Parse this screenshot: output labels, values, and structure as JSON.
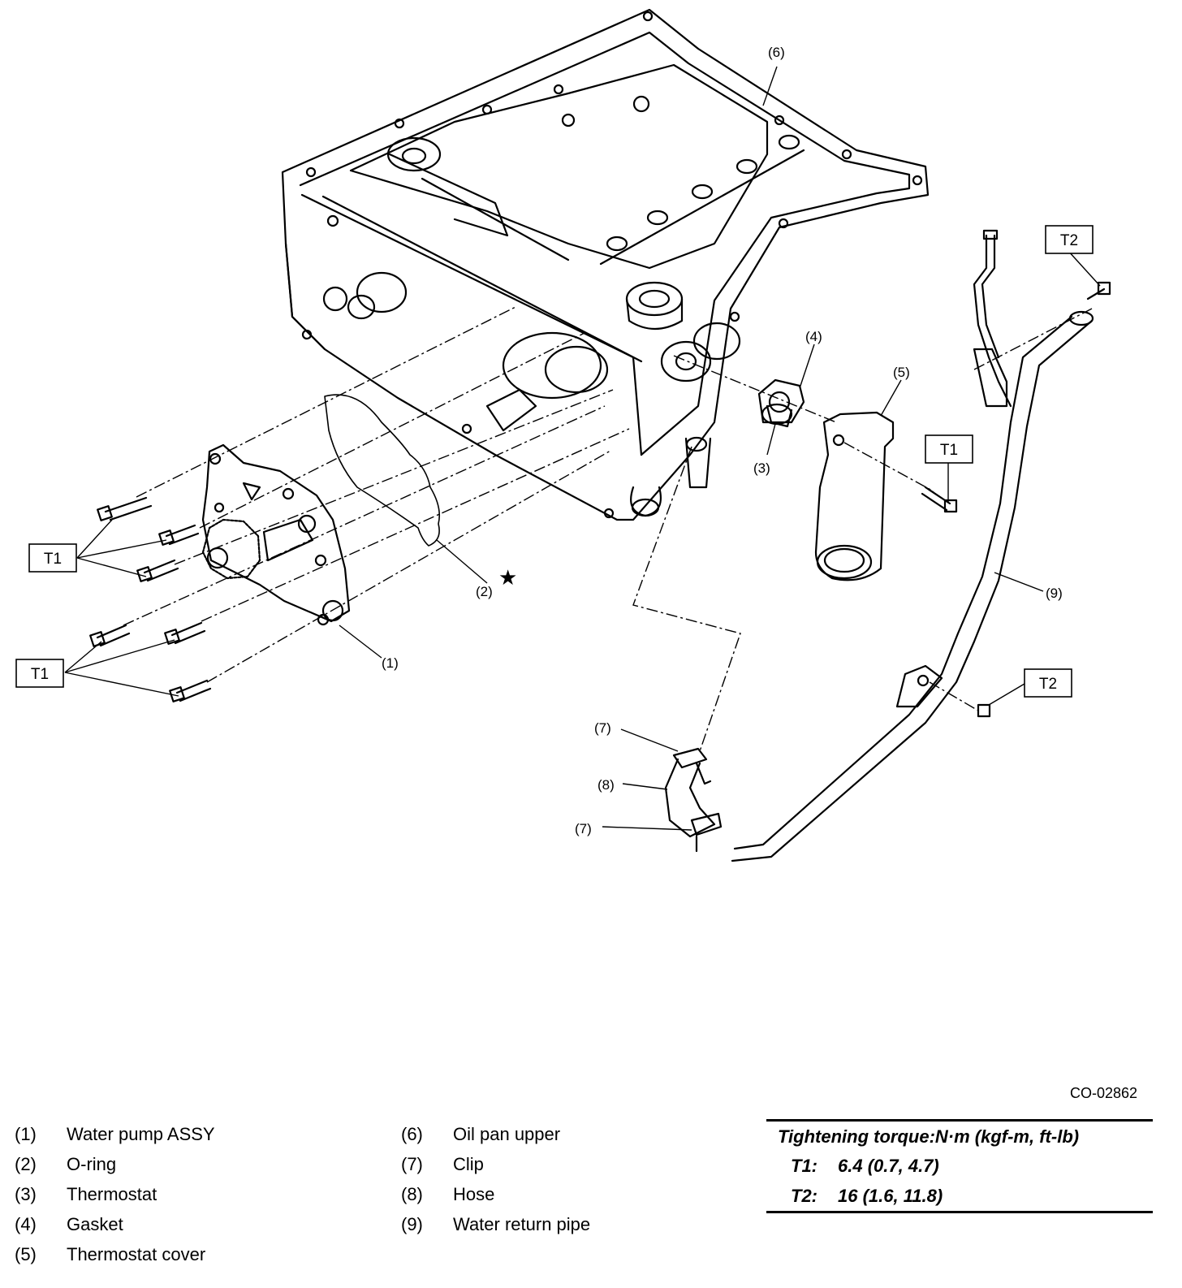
{
  "callouts": {
    "c1": "(1)",
    "c2": "(2)",
    "c3": "(3)",
    "c4": "(4)",
    "c5": "(5)",
    "c6": "(6)",
    "c7a": "(7)",
    "c7b": "(7)",
    "c8": "(8)",
    "c9": "(9)",
    "star": "★"
  },
  "torque_boxes": {
    "t1_left_upper": "T1",
    "t1_left_lower": "T1",
    "t1_right": "T1",
    "t2_top": "T2",
    "t2_bottom": "T2"
  },
  "figure_code": "CO-02862",
  "legend": [
    {
      "num": "(1)",
      "name": "Water pump ASSY"
    },
    {
      "num": "(2)",
      "name": "O-ring"
    },
    {
      "num": "(3)",
      "name": "Thermostat"
    },
    {
      "num": "(4)",
      "name": "Gasket"
    },
    {
      "num": "(5)",
      "name": "Thermostat cover"
    },
    {
      "num": "(6)",
      "name": "Oil pan upper"
    },
    {
      "num": "(7)",
      "name": "Clip"
    },
    {
      "num": "(8)",
      "name": "Hose"
    },
    {
      "num": "(9)",
      "name": "Water return pipe"
    }
  ],
  "torque": {
    "title": "Tightening torque:N·m (kgf-m, ft-lb)",
    "rows": [
      {
        "key": "T1:",
        "value": "6.4 (0.7, 4.7)"
      },
      {
        "key": "T2:",
        "value": "16 (1.6, 11.8)"
      }
    ]
  }
}
